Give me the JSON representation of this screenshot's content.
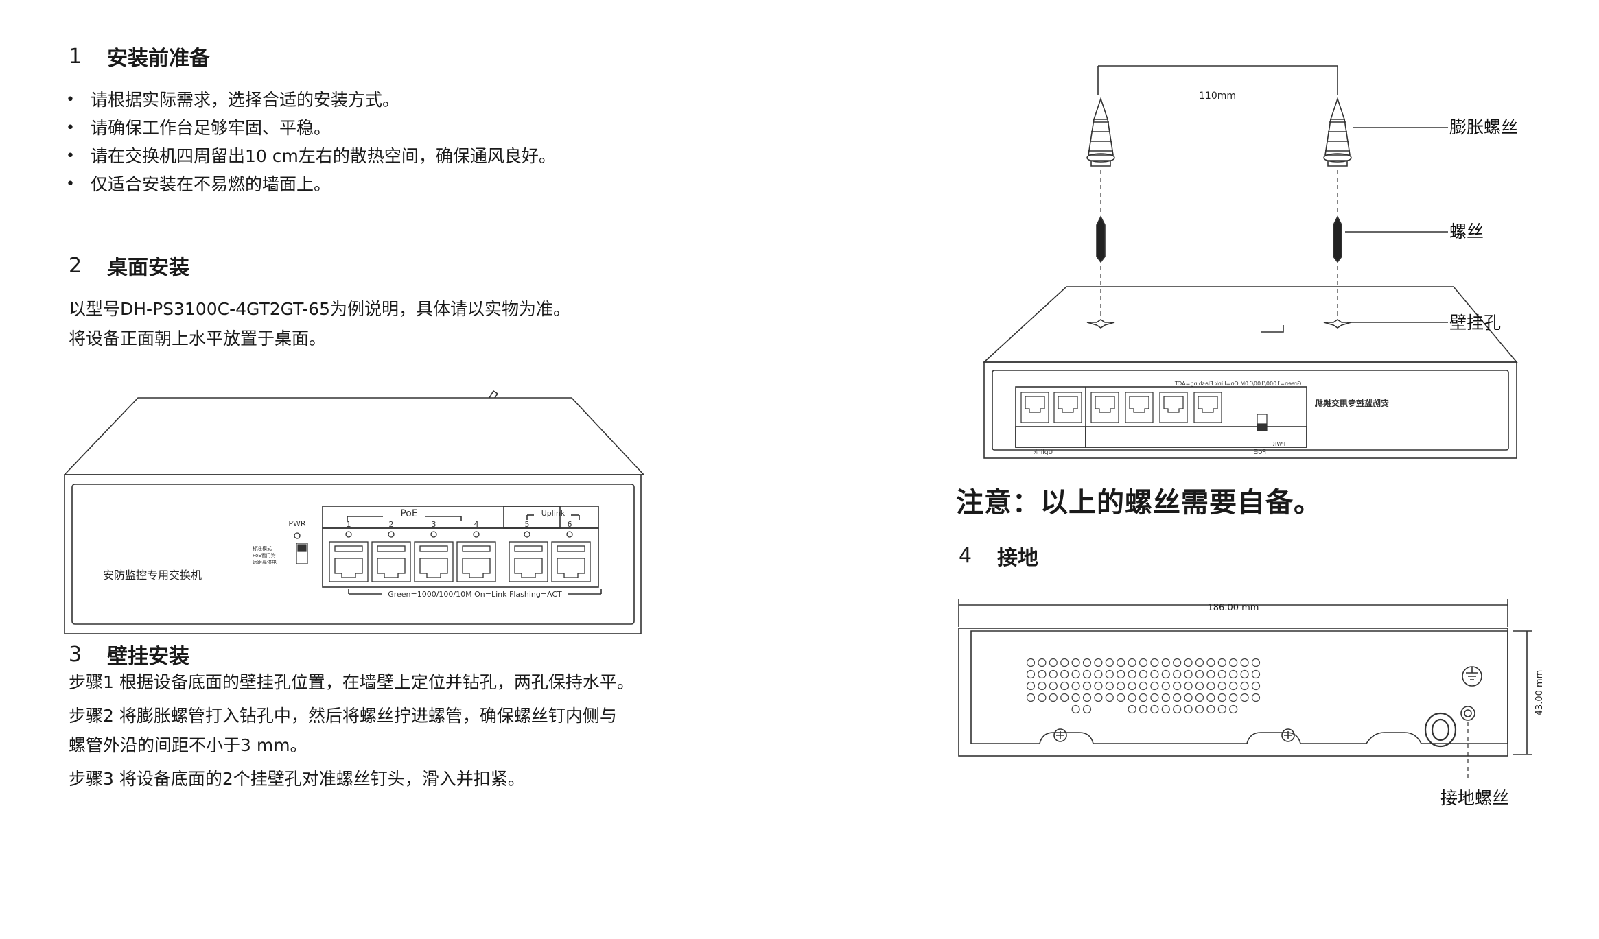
{
  "section1": {
    "num": "1",
    "title": "安装前准备",
    "bullets": [
      "请根据实际需求，选择合适的安装方式。",
      "请确保工作台足够牢固、平稳。",
      "请在交换机四周留出10 cm左右的散热空间，确保通风良好。",
      "仅适合安装在不易燃的墙面上。"
    ]
  },
  "section2": {
    "num": "2",
    "title": "桌面安装",
    "lines": [
      "以型号DH-PS3100C-4GT2GT-65为例说明，具体请以实物为准。",
      "将设备正面朝上水平放置于桌面。"
    ]
  },
  "section3": {
    "num": "3",
    "title": "壁挂安装",
    "steps": [
      "步骤1 根据设备底面的壁挂孔位置，在墙壁上定位并钻孔，两孔保持水平。",
      "步骤2 将膨胀螺管打入钻孔中，然后将螺丝拧进螺管，确保螺丝钉内侧与",
      "螺管外沿的间距不小于3 mm。",
      "步骤3 将设备底面的2个挂壁孔对准螺丝钉头，滑入并扣紧。"
    ]
  },
  "front_panel": {
    "device_name": "安防监控专用交换机",
    "pwr": "PWR",
    "poe_group": "PoE",
    "uplink_group": "Uplink",
    "port_numbers": [
      "1",
      "2",
      "3",
      "4",
      "5",
      "6"
    ],
    "mode_labels": [
      "标准模式",
      "PoE看门狗",
      "远距离供电"
    ],
    "legend": "Green=1000/100/10M On=Link Flashing=ACT"
  },
  "wall_figure": {
    "spacing": "110mm",
    "anchor_label": "膨胀螺丝",
    "screw_label": "螺丝",
    "hole_label": "壁挂孔"
  },
  "note": "注意：以上的螺丝需要自备。",
  "section4": {
    "num": "4",
    "title": "接地"
  },
  "bottom_figure": {
    "width_dim": "186.00 mm",
    "height_dim": "43.00 mm",
    "ground_label": "接地螺丝"
  }
}
